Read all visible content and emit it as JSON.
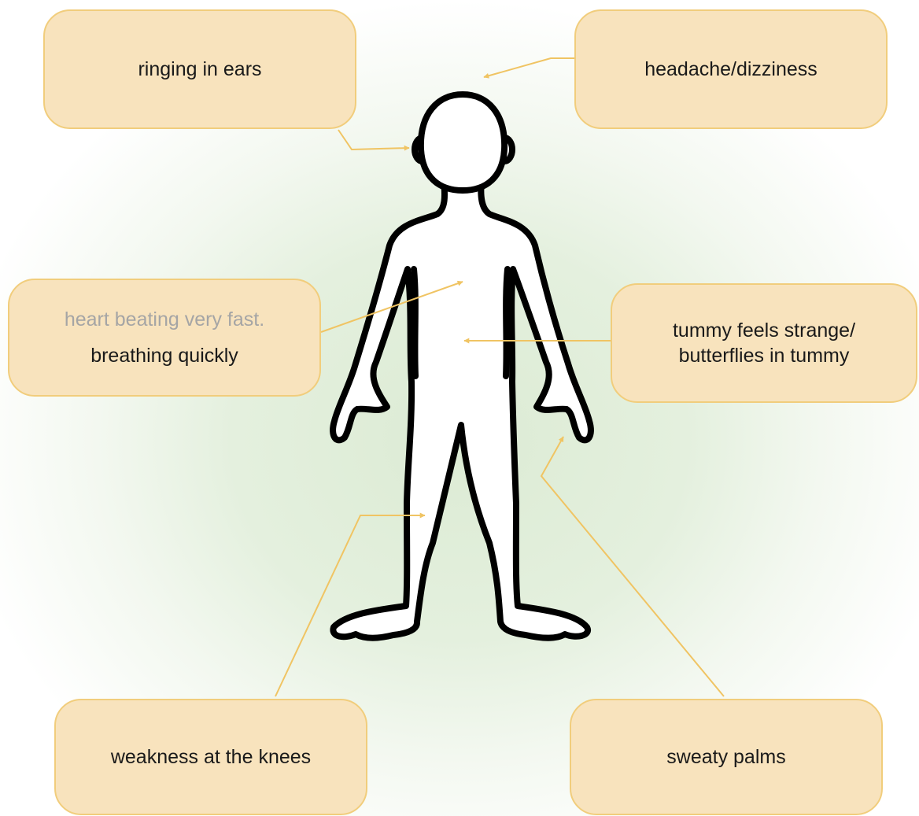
{
  "labels": {
    "ringing": "ringing in ears",
    "headache": "headache/dizziness",
    "heart": "heart beating very fast.",
    "breathing": "breathing quickly",
    "tummy_line1": "tummy feels strange/",
    "tummy_line2": "butterflies in tummy",
    "knees": "weakness at the knees",
    "palms": "sweaty palms"
  },
  "colors": {
    "box_fill": "#f8e3bd",
    "box_border": "#f1cd7c",
    "arrow": "#f0c463",
    "outline": "#000000",
    "background_glow": "#dcebd4"
  }
}
